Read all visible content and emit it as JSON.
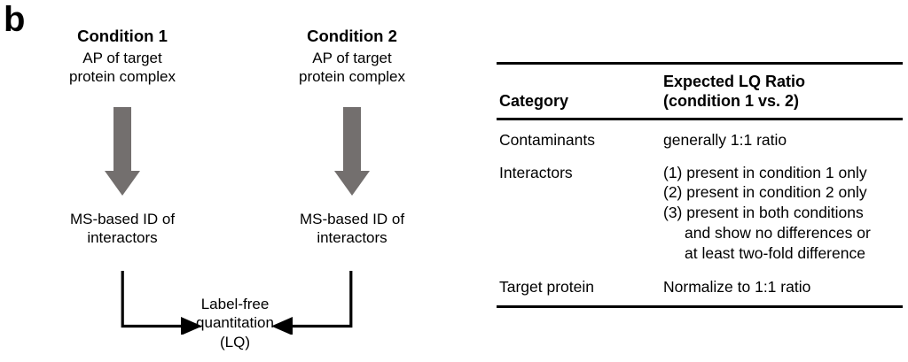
{
  "panel": {
    "letter": "b"
  },
  "workflow": {
    "columns": [
      {
        "title": "Condition 1",
        "subtitle_line1": "AP of target",
        "subtitle_line2": "protein complex",
        "arrow_icon": "down-arrow-icon",
        "stage_line1": "MS-based ID of",
        "stage_line2": "interactors",
        "elbow_icon": "elbow-arrow-right-icon"
      },
      {
        "title": "Condition 2",
        "subtitle_line1": "AP of target",
        "subtitle_line2": "protein complex",
        "arrow_icon": "down-arrow-icon",
        "stage_line1": "MS-based ID of",
        "stage_line2": "interactors",
        "elbow_icon": "elbow-arrow-left-icon"
      }
    ],
    "merge": {
      "line1": "Label-free",
      "line2": "quantitation",
      "line3": "(LQ)"
    }
  },
  "table": {
    "headers": {
      "category": "Category",
      "value_line1": "Expected LQ Ratio",
      "value_line2": "(condition 1 vs. 2)"
    },
    "rows": [
      {
        "category": "Contaminants",
        "value": "generally 1:1 ratio"
      },
      {
        "category": "Interactors",
        "items": [
          {
            "text": "(1) present in condition 1 only",
            "indent": false
          },
          {
            "text": "(2) present in condition 2 only",
            "indent": false
          },
          {
            "text": "(3) present in both conditions",
            "indent": false
          },
          {
            "text": "and show no differences or",
            "indent": true
          },
          {
            "text": "at least two-fold difference",
            "indent": true
          }
        ]
      },
      {
        "category": "Target protein",
        "value": "Normalize to 1:1 ratio"
      }
    ]
  },
  "colors": {
    "arrow_gray": "#736f6e",
    "text_black": "#000000",
    "background": "#ffffff"
  }
}
